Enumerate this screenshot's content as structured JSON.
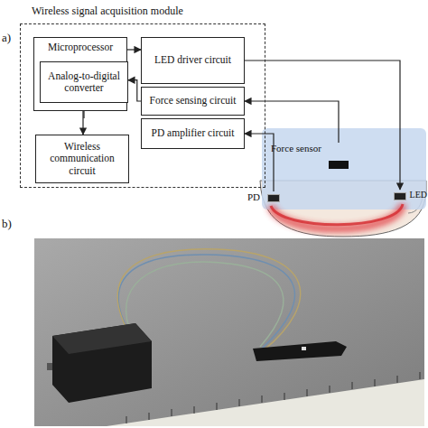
{
  "diagram": {
    "nodes": [
      {
        "text": [
          "Wireless signal acquisition module"
        ]
      },
      {
        "text": [
          "Microprocessor"
        ],
        "in": 0
      },
      {
        "text": [
          "Analog-to-digital converter"
        ],
        "in": 1
      },
      {
        "text": [
          "Wireless communication circuit"
        ],
        "in": 0
      },
      {
        "text": [
          "LED driver circuit"
        ],
        "in": 0
      },
      {
        "text": [
          "Force sensing circuit"
        ],
        "in": 0
      },
      {
        "text": [
          "PD amplifier circuit"
        ],
        "in": 0
      },
      {
        "text": [
          "Force sensor"
        ]
      },
      {
        "text": [
          "PD"
        ]
      },
      {
        "text": [
          "LED"
        ]
      }
    ],
    "edges": [
      {
        "from": 1,
        "to": 4,
        "arrow": "to"
      },
      {
        "from": 4,
        "to": 9,
        "arrow": "to"
      },
      {
        "from": 7,
        "to": 5,
        "arrow": "to"
      },
      {
        "from": 5,
        "to": 2,
        "arrow": "to"
      },
      {
        "from": 8,
        "to": 6,
        "arrow": "to"
      },
      {
        "from": 6,
        "to": 2,
        "arrow": "to"
      },
      {
        "from": 2,
        "to": 3,
        "arrow": "both"
      }
    ],
    "labels": [
      "a)",
      "b)"
    ]
  }
}
